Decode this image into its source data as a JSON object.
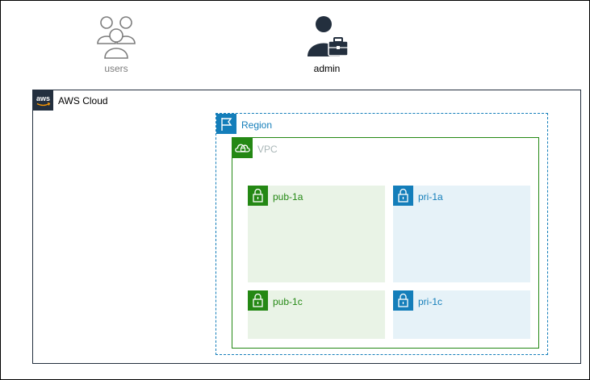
{
  "actors": {
    "users": {
      "label": "users",
      "icon": "users-icon"
    },
    "admin": {
      "label": "admin",
      "icon": "admin-icon"
    }
  },
  "aws_cloud": {
    "label": "AWS Cloud",
    "icon": "aws-logo-icon",
    "logo_text": "aws",
    "color": "#232f3e"
  },
  "region": {
    "label": "Region",
    "icon": "region-flag-icon",
    "color": "#147eba"
  },
  "vpc": {
    "label": "VPC",
    "icon": "vpc-cloud-lock-icon",
    "color": "#248814"
  },
  "subnets": [
    {
      "label": "pub-1a",
      "type": "public",
      "icon": "subnet-lock-icon"
    },
    {
      "label": "pri-1a",
      "type": "private",
      "icon": "subnet-lock-icon"
    },
    {
      "label": "pub-1c",
      "type": "public",
      "icon": "subnet-lock-icon"
    },
    {
      "label": "pri-1c",
      "type": "private",
      "icon": "subnet-lock-icon"
    }
  ],
  "colors": {
    "public_fill": "#e9f3e6",
    "public_accent": "#248814",
    "private_fill": "#e6f2f8",
    "private_accent": "#147eba",
    "users_icon": "#7d7d7d",
    "admin_icon": "#232f3e"
  }
}
